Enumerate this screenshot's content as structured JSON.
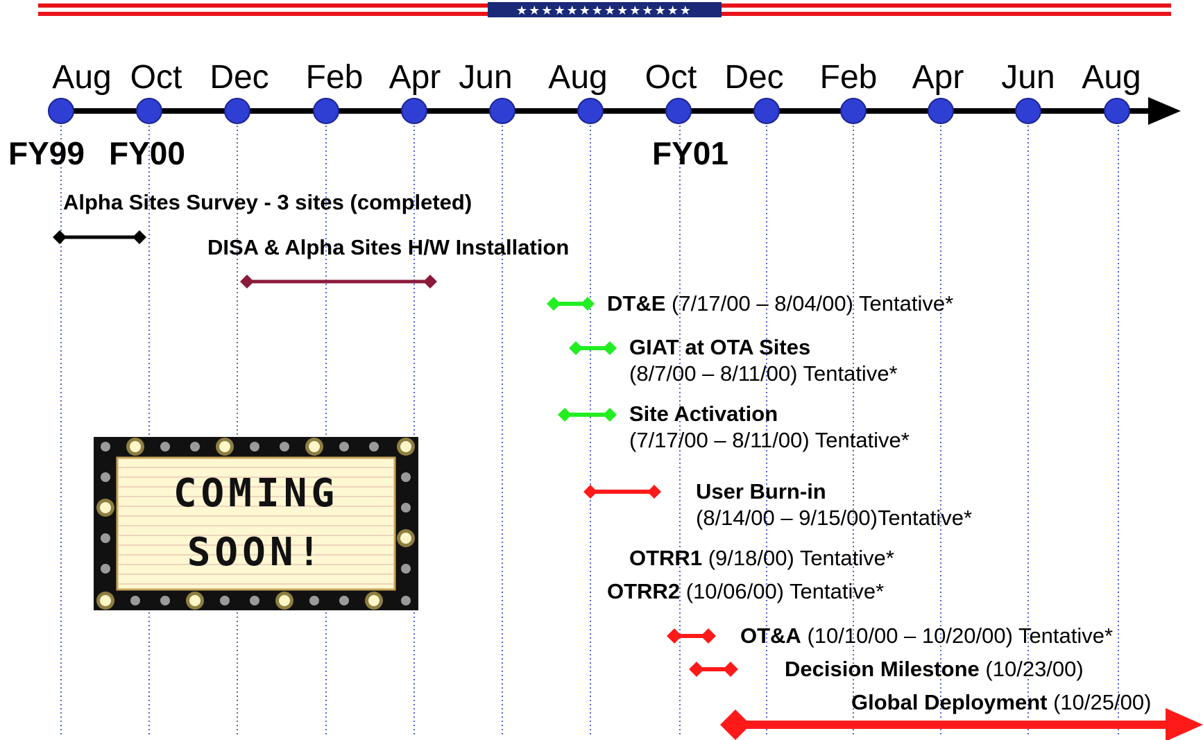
{
  "header_banner": {
    "stars": "★★★★★★★★★★★★★★",
    "colors": {
      "red": "#e8141a",
      "blue": "#1a2a78"
    }
  },
  "timeline": {
    "months": [
      "Aug",
      "Oct",
      "Dec",
      "Feb",
      "Apr",
      "Jun",
      "Aug",
      "Oct",
      "Dec",
      "Feb",
      "Apr",
      "Jun",
      "Aug"
    ],
    "fiscal_years": {
      "fy99": "FY99",
      "fy00": "FY00",
      "fy01": "FY01"
    },
    "node_color": "#2f3fd4",
    "grid_color": "#2a3cc8"
  },
  "tasks": [
    {
      "id": "alpha-survey",
      "title": "Alpha Sites Survey - 3 sites (completed)",
      "detail": "",
      "color": "#000000"
    },
    {
      "id": "disa-install",
      "title": "DISA & Alpha Sites H/W Installation",
      "detail": "",
      "color": "#8b1a3a"
    },
    {
      "id": "dte",
      "title": "DT&E",
      "detail": " (7/17/00 – 8/04/00) Tentative*",
      "color": "#22ee22"
    },
    {
      "id": "giat",
      "title": "GIAT at OTA Sites",
      "detail": "(8/7/00 – 8/11/00) Tentative*",
      "color": "#22ee22"
    },
    {
      "id": "site-activation",
      "title": "Site Activation",
      "detail": "(7/17/00 – 8/11/00) Tentative*",
      "color": "#22ee22"
    },
    {
      "id": "user-burnin",
      "title": "User Burn-in",
      "detail": "(8/14/00 – 9/15/00)Tentative*",
      "color": "#ff1a1a"
    },
    {
      "id": "otrr1",
      "title": "OTRR1",
      "detail": " (9/18/00) Tentative*",
      "color": ""
    },
    {
      "id": "otrr2",
      "title": "OTRR2",
      "detail": " (10/06/00) Tentative*",
      "color": ""
    },
    {
      "id": "ota",
      "title": "OT&A",
      "detail": " (10/10/00 – 10/20/00) Tentative*",
      "color": "#ff1a1a"
    },
    {
      "id": "decision-milestone",
      "title": "Decision Milestone",
      "detail": " (10/23/00)",
      "color": "#ff1a1a"
    },
    {
      "id": "global-deployment",
      "title": "Global Deployment",
      "detail": " (10/25/00)",
      "color": "#ff1a1a"
    }
  ],
  "sign": {
    "line1": "COMING",
    "line2": "SOON!"
  }
}
